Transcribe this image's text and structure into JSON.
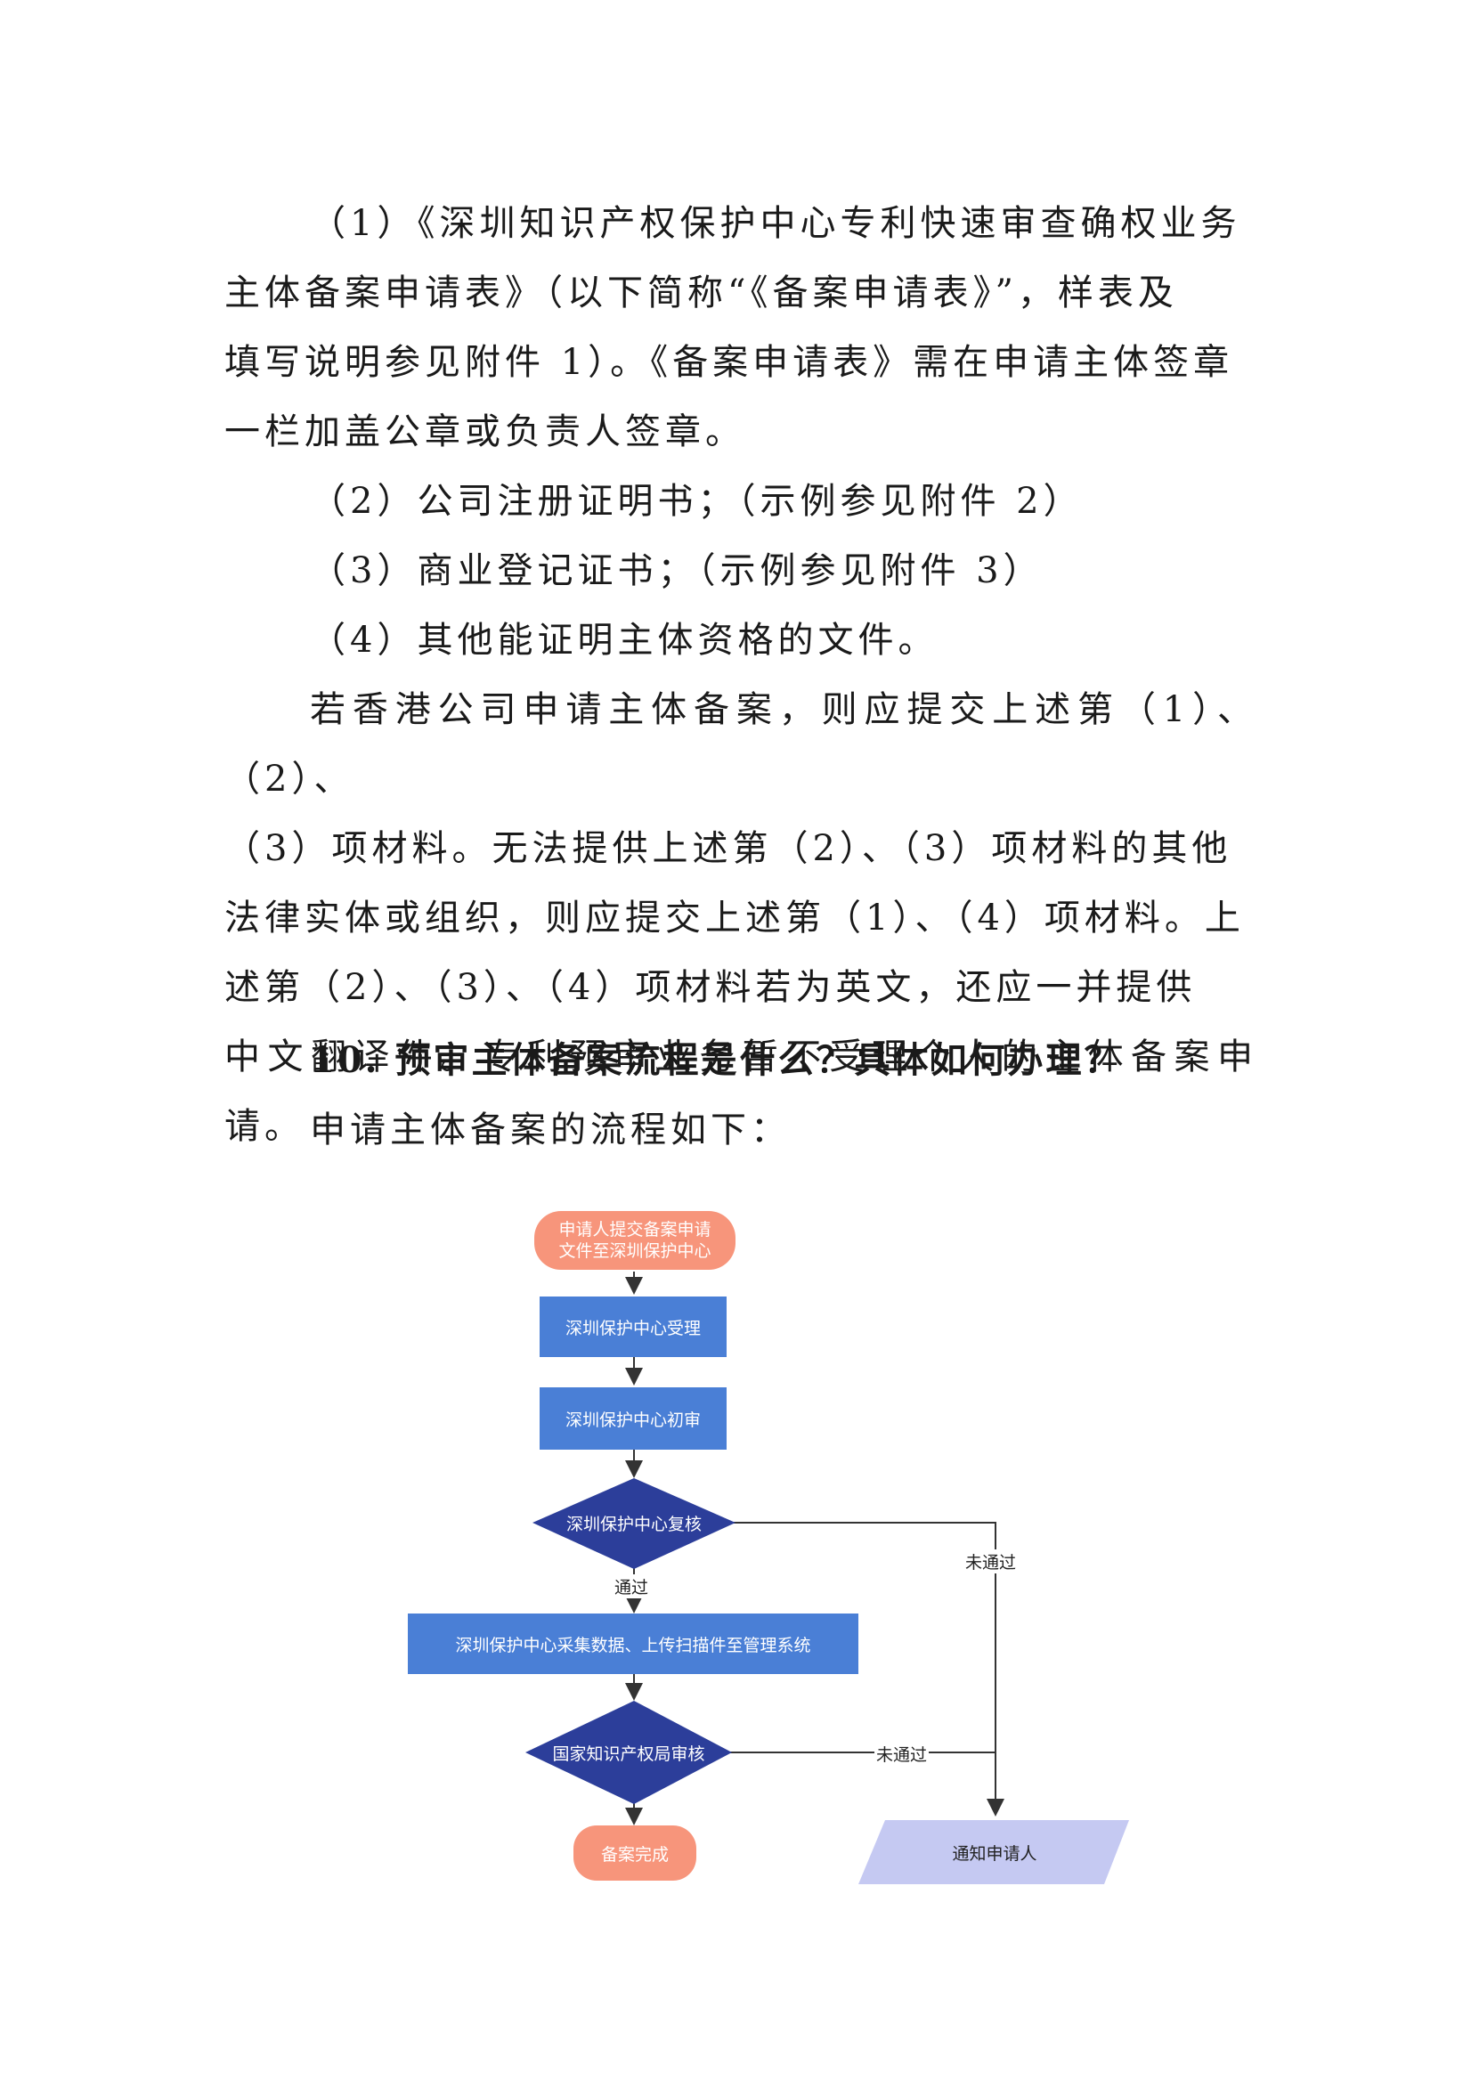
{
  "paragraphs": {
    "p1": [
      "（1）《深圳知识产权保护中心专利快速审查确权业务",
      "主体备案申请表》（以下简称“《备案申请表》”，样表及",
      "填写说明参见附件 1）。《备案申请表》需在申请主体签章",
      "一栏加盖公章或负责人签章。"
    ],
    "p2": "（2）公司注册证明书；（示例参见附件 2）",
    "p3": "（3）商业登记证书；（示例参见附件 3）",
    "p4": "（4）其他能证明主体资格的文件。",
    "p5": [
      "若香港公司申请主体备案，则应提交上述第（1）、（2）、",
      "（3）项材料。无法提供上述第（2）、（3）项材料的其他",
      "法律实体或组织，则应提交上述第（1）、（4）项材料。上",
      "述第（2）、（3）、（4）项材料若为英文，还应一并提供",
      "中文翻译件。专利预审业务暂不受理个人的主体备案申请。"
    ],
    "heading": "10. 预审主体备案流程是什么？具体如何办理？",
    "p6": "申请主体备案的流程如下："
  },
  "flowchart": {
    "start": [
      "申请人提交备案申请",
      "文件至深圳保护中心"
    ],
    "step1": "深圳保护中心受理",
    "step2": "深圳保护中心初审",
    "decision1": "深圳保护中心复核",
    "pass_label": "通过",
    "fail_label_1": "未通过",
    "step3": "深圳保护中心采集数据、上传扫描件至管理系统",
    "decision2": "国家知识产权局审核",
    "fail_label_2": "未通过",
    "end": "备案完成",
    "notify": "通知申请人"
  },
  "colors": {
    "start_end": "#f7957b",
    "process": "#4a7fd6",
    "decision": "#2c3e9a",
    "notify": "#c5c9f2"
  }
}
